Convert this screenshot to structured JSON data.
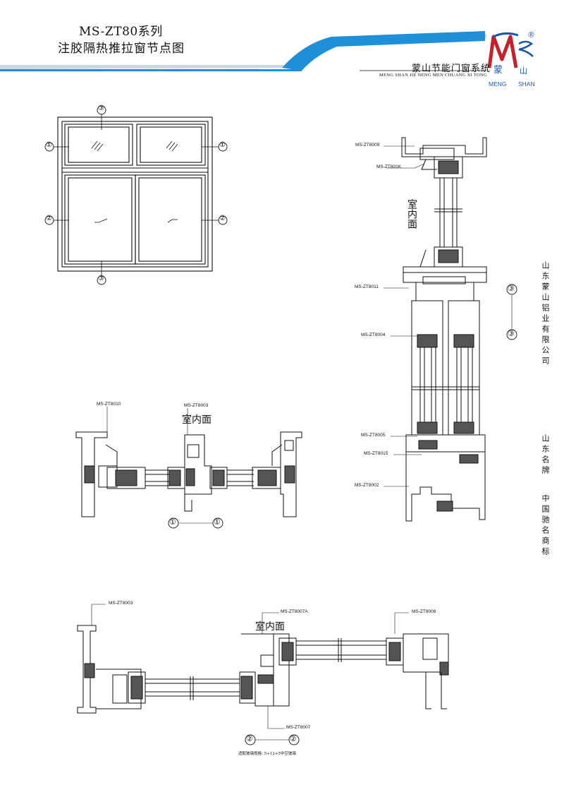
{
  "header": {
    "title_line1": "MS-ZT80系列",
    "title_line2": "注胶隔热推拉窗节点图",
    "brand_cn": "蒙山节能门窗系统",
    "brand_en": "MENG SHAN JIE NENG MEN CHUANG XI TONG",
    "logo_char_1": "蒙",
    "logo_char_2": "山",
    "logo_en_1": "MENG",
    "logo_en_2": "SHAN",
    "registered": "®",
    "accent_color": "#1e8fd8",
    "logo_color": "#1a56a8"
  },
  "sidebar": {
    "company": "山东蒙山铝业有限公司",
    "brand_a": "山东名牌",
    "brand_b": "中国驰名商标"
  },
  "elevation": {
    "marker_top": "③",
    "marker_left_upper": "①",
    "marker_right_upper": "①",
    "marker_left_lower": "②",
    "marker_right_lower": "②",
    "marker_bottom": "③"
  },
  "section_vertical": {
    "labels": [
      "MS-ZT8009",
      "MS-ZT801K",
      "MS-ZT8011",
      "MS-ZT8004",
      "MS-ZT8005",
      "MS-ZT8015",
      "MS-ZT8002"
    ],
    "room_label": "室内面",
    "marker_top": "③",
    "marker_bottom": "③"
  },
  "section_1": {
    "labels": [
      "MS-ZT8010",
      "MS-ZT8003"
    ],
    "room_label": "室内面",
    "marker_a": "①",
    "marker_b": "①"
  },
  "section_2": {
    "labels": [
      "MS-ZT8003",
      "MS-ZT8007A",
      "MS-ZT8006",
      "MS-ZT8007"
    ],
    "room_label": "室内面",
    "marker_a": "②",
    "marker_b": "②",
    "note": "适配玻璃规格: 5+12+5中空玻璃"
  }
}
